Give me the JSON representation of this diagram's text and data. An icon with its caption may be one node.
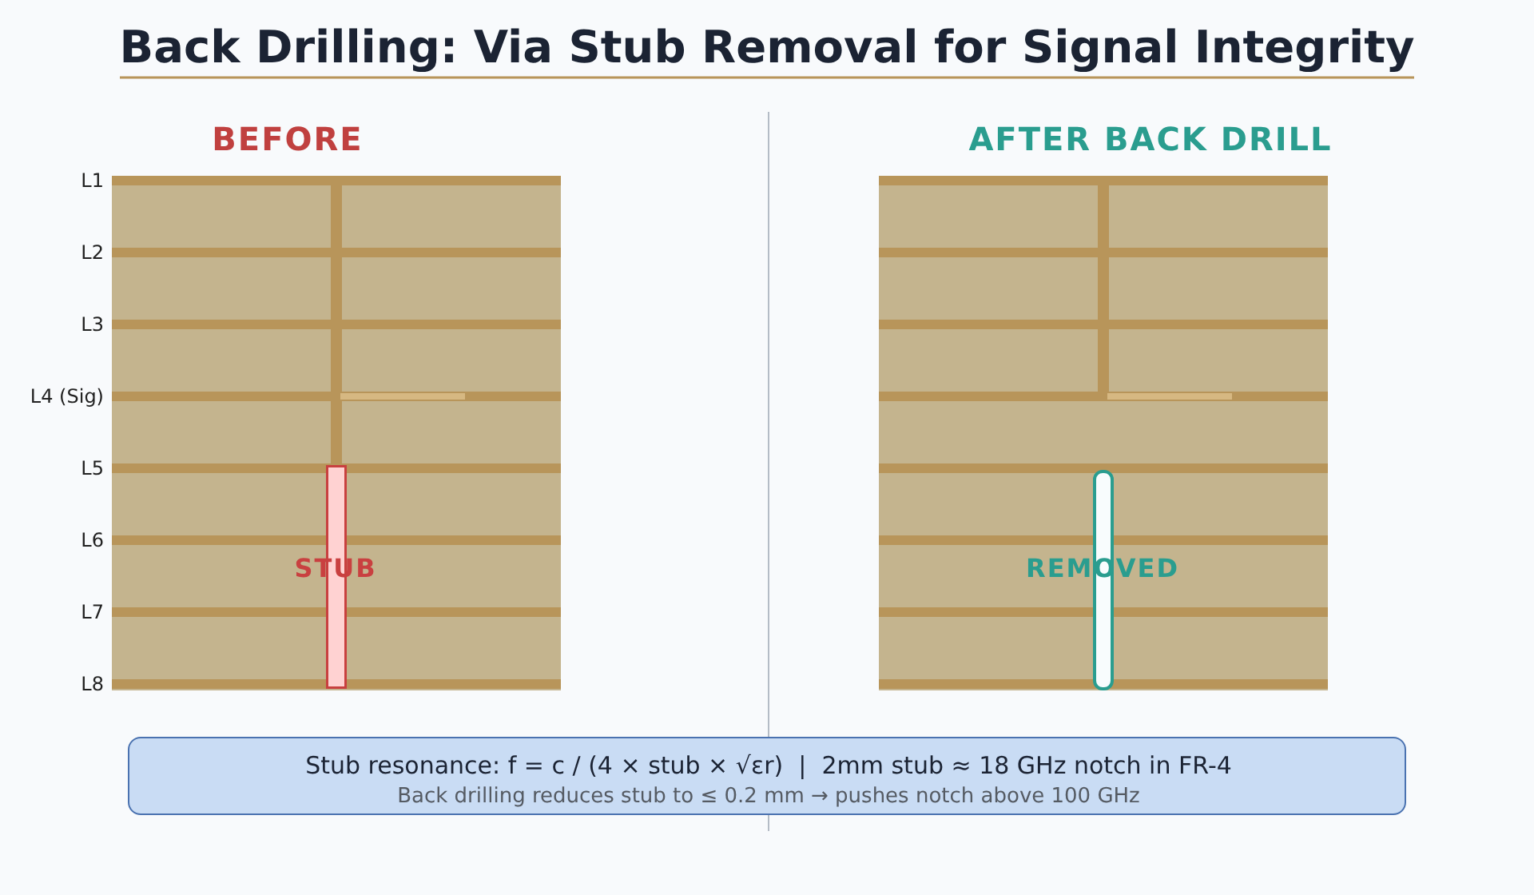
{
  "diagram": {
    "title": "Back Drilling: Via Stub Removal for Signal Integrity",
    "nodes": [
      {
        "text": [
          "BEFORE"
        ]
      },
      {
        "text": [
          "STUB"
        ],
        "in": 0
      },
      {
        "text": [
          "AFTER BACK DRILL"
        ]
      },
      {
        "text": [
          "REMOVED"
        ],
        "in": 2
      },
      {
        "text": [
          "Stub resonance: f = c / (4 × stub × √εr)  |  2mm stub ≈ 18 GHz notch in FR-4",
          "Back drilling reduces stub to ≤ 0.2 mm → pushes notch above 100 GHz"
        ]
      }
    ],
    "labels": [
      "L1",
      "L2",
      "L3",
      "L4 (Sig)",
      "L5",
      "L6",
      "L7",
      "L8"
    ]
  }
}
